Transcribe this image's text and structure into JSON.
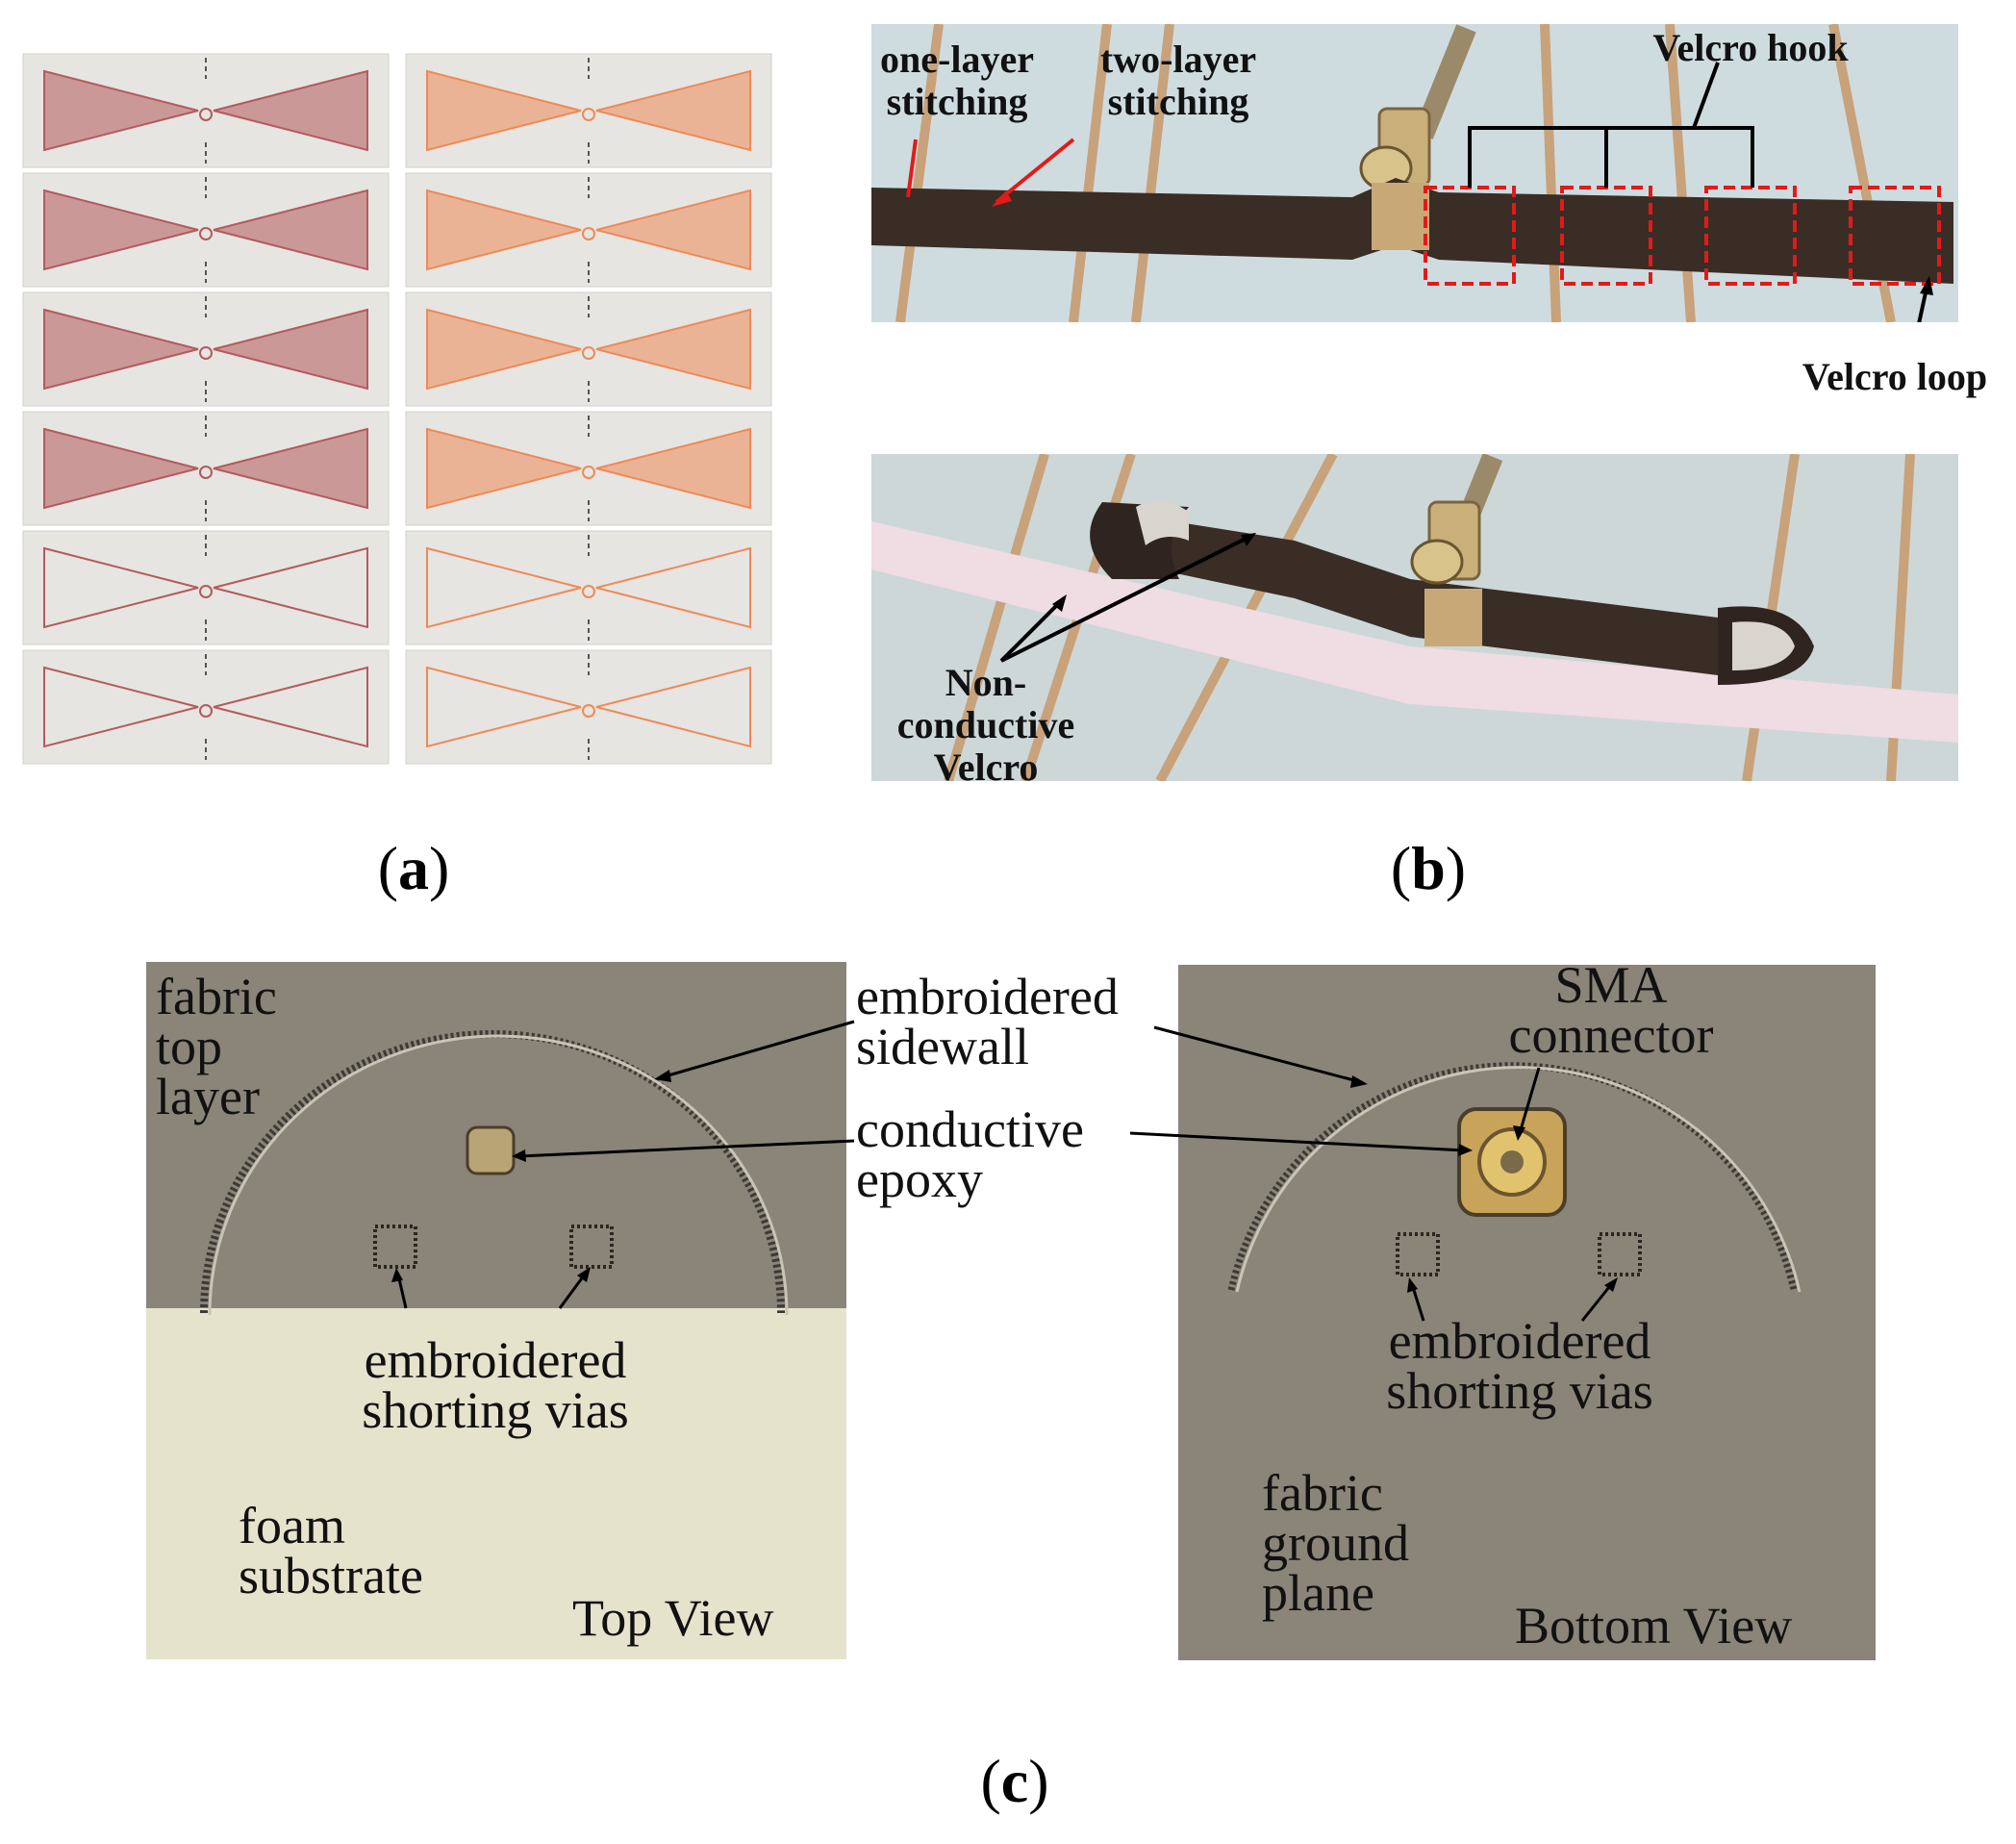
{
  "panels": {
    "a": {
      "label_open": "(",
      "label_letter": "a",
      "label_close": ")"
    },
    "b": {
      "label_open": "(",
      "label_letter": "b",
      "label_close": ")",
      "annotations": {
        "one_layer": "one-layer stitching",
        "two_layer": "two-layer stitching",
        "velcro_hook": "Velcro hook",
        "velcro_loop": "Velcro loop",
        "non_conductive": "Non-conductive Velcro"
      }
    },
    "c": {
      "label_open": "(",
      "label_letter": "c",
      "label_close": ")",
      "top_view": {
        "fabric_top_layer": "fabric top layer",
        "embroidered_shorting_vias": "embroidered shorting vias",
        "foam_substrate": "foam substrate",
        "view_title": "Top View"
      },
      "middle": {
        "embroidered_sidewall": "embroidered sidewall",
        "conductive_epoxy": "conductive epoxy"
      },
      "bottom_view": {
        "sma_connector": "SMA connector",
        "embroidered_shorting_vias": "embroidered shorting vias",
        "fabric_ground_plane": "fabric ground plane",
        "view_title": "Bottom View"
      }
    }
  },
  "colors": {
    "fabric_bg": "#e6e5e1",
    "red_thread": "#b45a5c",
    "orange_thread": "#ee8a58",
    "velcro_dark": "#3a2d26",
    "board_blue": "#c9d9dc",
    "fabric_gray": "#8a8479",
    "foam_cream": "#e6e3cd",
    "marker_red": "#e21a1a"
  }
}
